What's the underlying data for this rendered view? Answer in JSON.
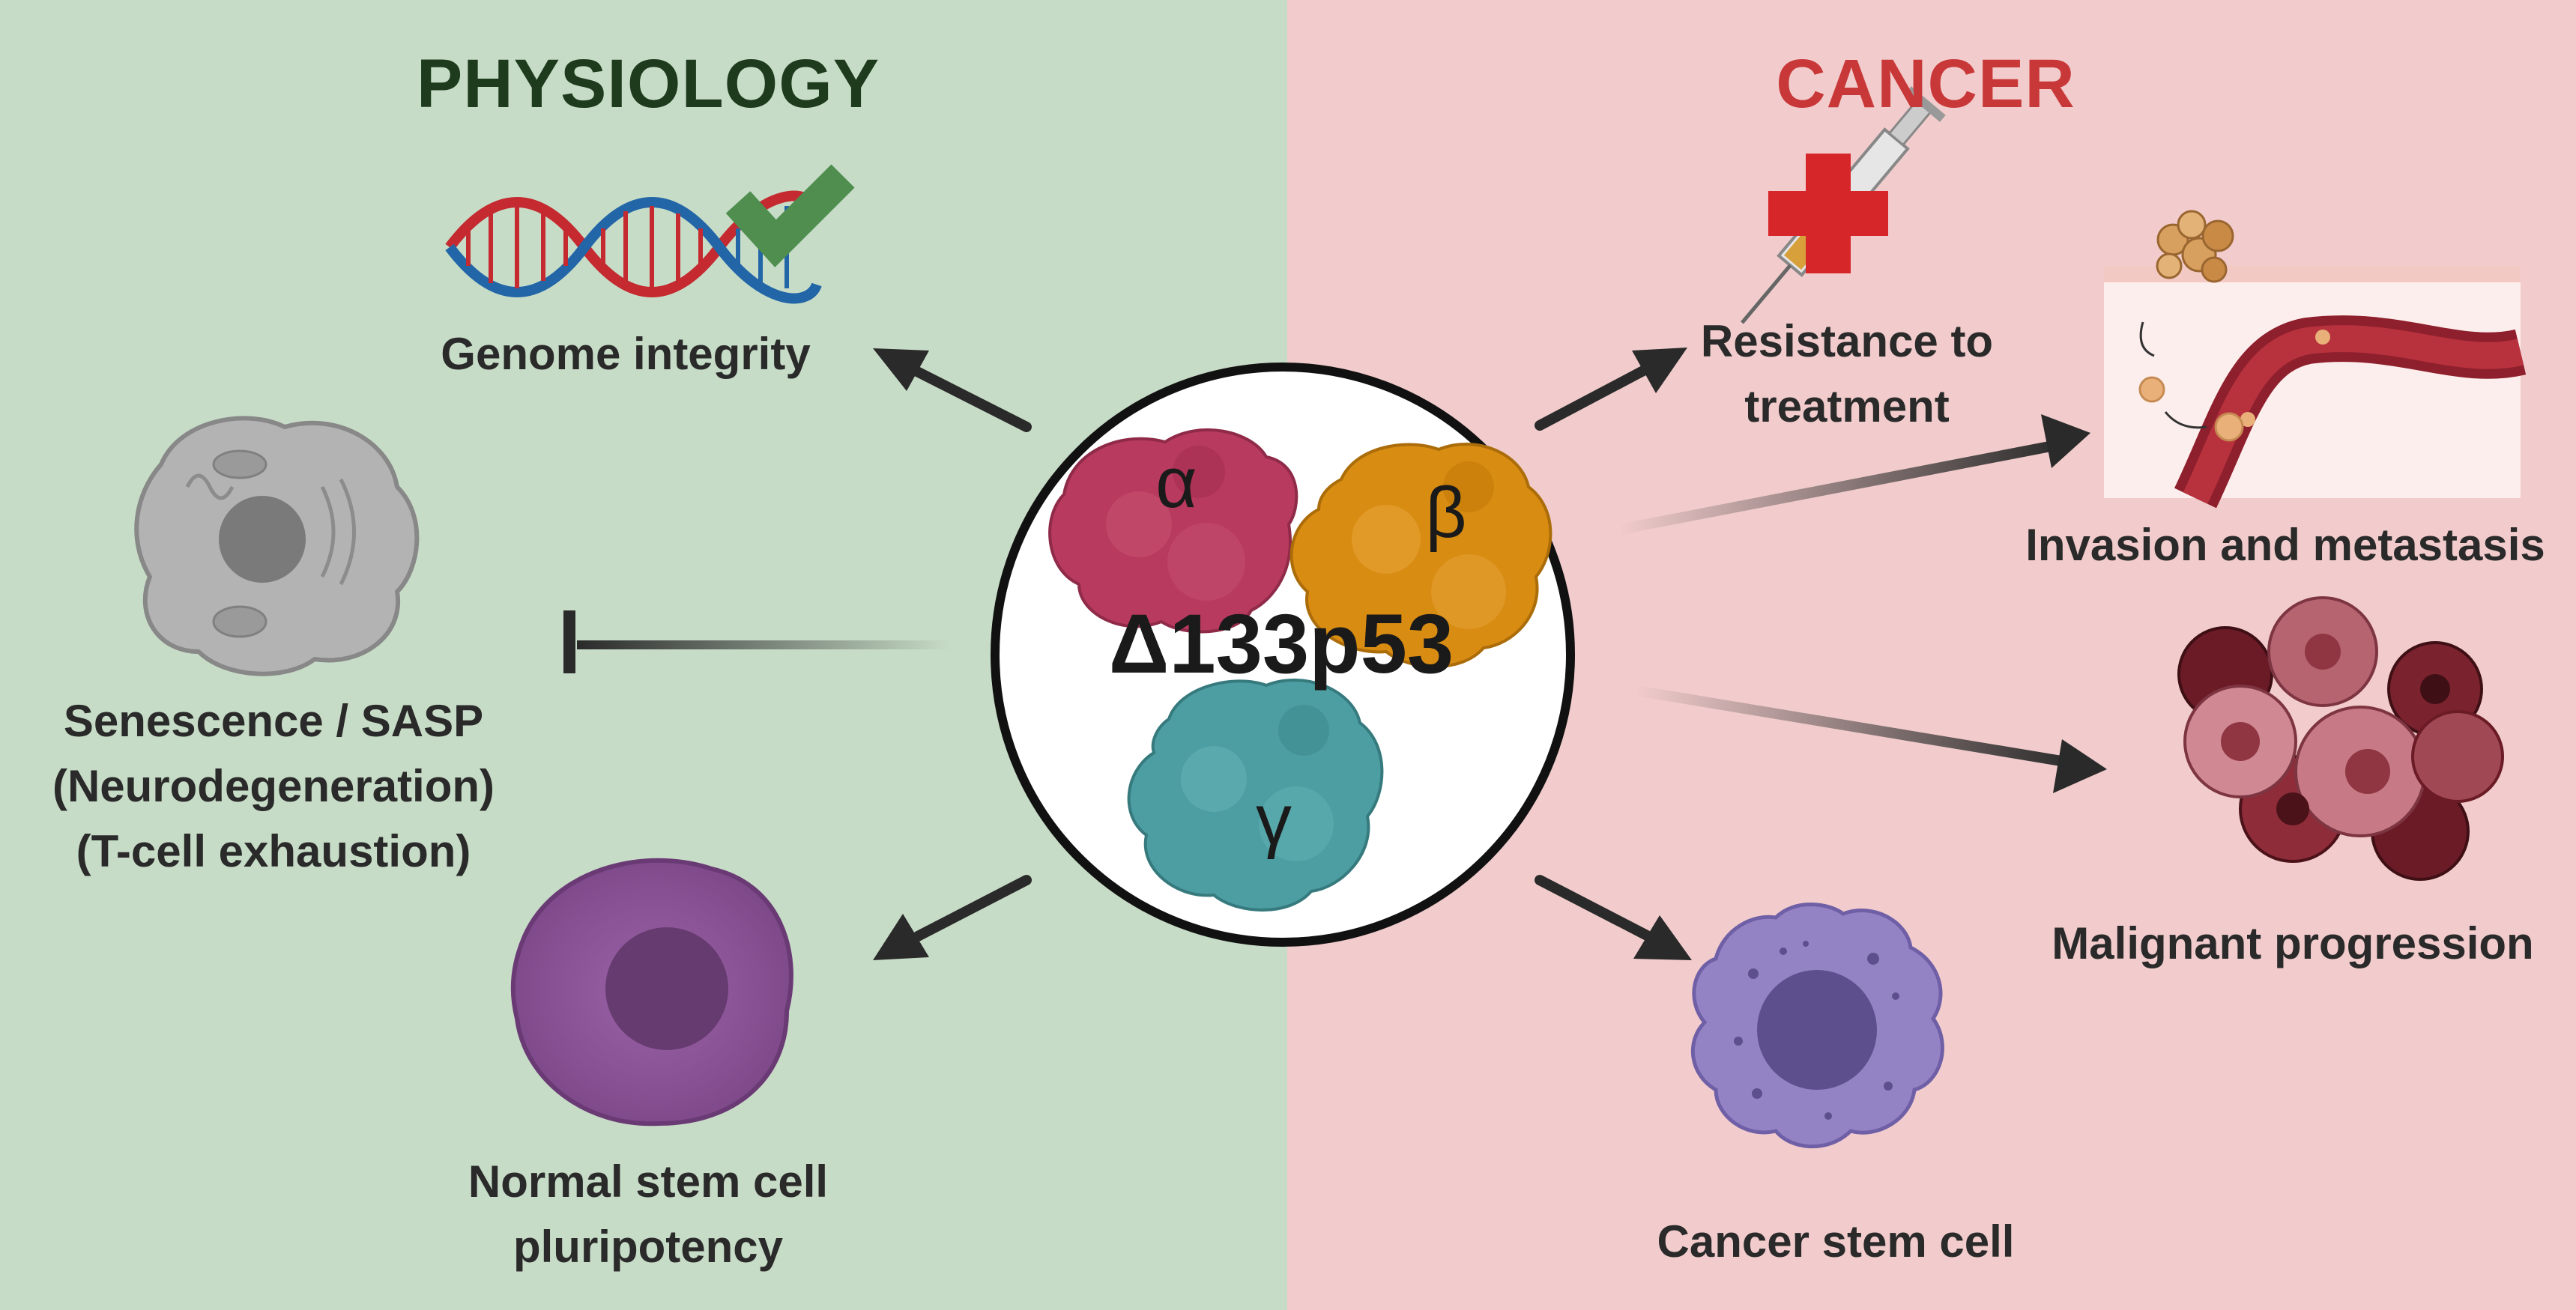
{
  "colors": {
    "physiology_bg": "#c7dcc7",
    "cancer_bg": "#f2cccc",
    "physiology_title": "#1e3b1e",
    "cancer_title": "#c93838",
    "isoform_alpha": "#b83a5e",
    "isoform_beta": "#d98c12",
    "isoform_gamma": "#4c9ea2"
  },
  "sections": {
    "physiology": {
      "title": "PHYSIOLOGY",
      "items": {
        "genome": "Genome integrity",
        "senescence_1": "Senescence / SASP",
        "senescence_2": "(Neurodegeneration)",
        "senescence_3": "(T-cell exhaustion)",
        "stem_1": "Normal stem cell",
        "stem_2": "pluripotency"
      }
    },
    "cancer": {
      "title": "CANCER",
      "items": {
        "resistance_1": "Resistance to",
        "resistance_2": "treatment",
        "invasion": "Invasion and metastasis",
        "malignant": "Malignant progression",
        "cancer_stem": "Cancer stem cell"
      }
    }
  },
  "center": {
    "name": "Δ133p53",
    "isoforms": {
      "alpha": "α",
      "beta": "β",
      "gamma": "γ"
    }
  },
  "icons": [
    "dna-check-icon",
    "syringe-cross-icon",
    "metastasis-vessel-icon",
    "senescent-cell-icon",
    "tumor-mass-icon",
    "stem-cell-icon",
    "cancer-stem-cell-icon"
  ]
}
